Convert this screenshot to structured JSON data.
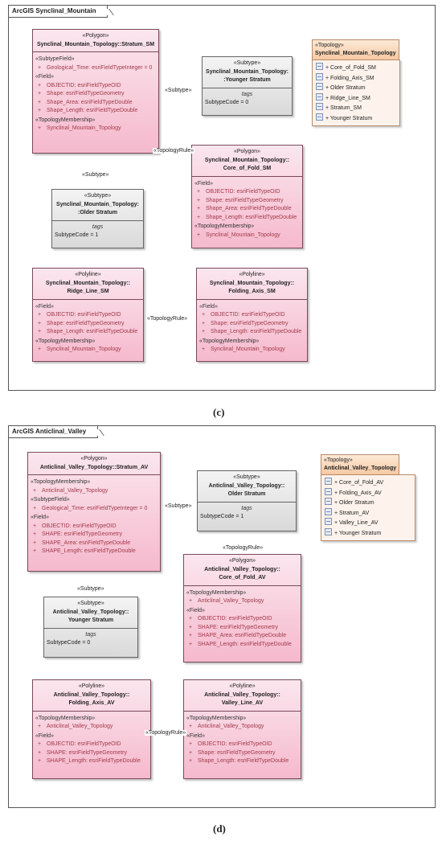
{
  "c": {
    "frame_title": "ArcGIS Synclinal_Mountain",
    "caption": "(c)",
    "stratum": {
      "stereotype": "«Polygon»",
      "name": "Synclinal_Mountain_Topology::Stratum_SM",
      "subtype_field_header": "«SubtypeField»",
      "subtype_field": "Geological_Time: esriFieldTypeInteger = 0",
      "field_header": "«Field»",
      "fields": [
        "OBJECTID: esriFieldTypeOID",
        "Shape: esriFieldTypeGeometry",
        "Shape_Area: esriFieldTypeDouble",
        "Shape_Length: esriFieldTypeDouble"
      ],
      "membership_header": "«TopologyMembership»",
      "membership": "Synclinal_Mountain_Topology"
    },
    "younger": {
      "stereotype": "«Subtype»",
      "name_line1": "Synclinal_Mountain_Topology:",
      "name_line2": ":Younger Stratum",
      "tags": "tags",
      "code": "SubtypeCode = 0"
    },
    "older": {
      "stereotype": "«Subtype»",
      "name_line1": "Synclinal_Mountain_Topology:",
      "name_line2": ":Older Stratum",
      "tags": "tags",
      "code": "SubtypeCode = 1"
    },
    "core": {
      "stereotype": "«Polygon»",
      "name_line1": "Synclinal_Mountain_Topology::",
      "name_line2": "Core_of_Fold_SM",
      "field_header": "«Field»",
      "fields": [
        "OBJECTID: esriFieldTypeOID",
        "Shape: esriFieldTypeGeometry",
        "Shape_Area: esriFieldTypeDouble",
        "Shape_Length: esriFieldTypeDouble"
      ],
      "membership_header": "«TopologyMembership»",
      "membership": "Synclinal_Mountain_Topology"
    },
    "ridge": {
      "stereotype": "«Polyline»",
      "name_line1": "Synclinal_Mountain_Topology::",
      "name_line2": "Ridge_Line_SM",
      "field_header": "«Field»",
      "fields": [
        "OBJECTID: esriFieldTypeOID",
        "Shape: esriFieldTypeGeometry",
        "Shape_Length: esriFieldTypeDouble"
      ],
      "membership_header": "«TopologyMembership»",
      "membership": "Synclinal_Mountain_Topology"
    },
    "folding": {
      "stereotype": "«Polyline»",
      "name_line1": "Synclinal_Mountain_Topology::",
      "name_line2": "Folding_Axis_SM",
      "field_header": "«Field»",
      "fields": [
        "OBJECTID: esriFieldTypeOID",
        "Shape: esriFieldTypeGeometry",
        "Shape_Length: esriFieldTypeDouble"
      ],
      "membership_header": "«TopologyMembership»",
      "membership": "Synclinal_Mountain_Topology"
    },
    "topology": {
      "stereotype": "«Topology»",
      "name": "Synclinal_Mountain_Topology",
      "items": [
        "+ Core_of_Fold_SM",
        "+ Folding_Axis_SM",
        "+ Older Stratum",
        "+ Ridge_Line_SM",
        "+ Stratum_SM",
        "+ Younger Stratum"
      ]
    },
    "labels": {
      "subtype1": "«Subtype»",
      "subtype2": "«Subtype»",
      "rule1": "«TopologyRule»",
      "rule2": "«TopologyRule»"
    }
  },
  "d": {
    "frame_title": "ArcGIS Anticlinal_Valley",
    "caption": "(d)",
    "stratum": {
      "stereotype": "«Polygon»",
      "name": "Anticlinal_Valley_Topology::Stratum_AV",
      "membership_header": "«TopologyMembership»",
      "membership": "Anticlinal_Valley_Topology",
      "subtype_field_header": "«SubtypeField»",
      "subtype_field": "Geological_Time: esriFieldTypeInteger = 0",
      "field_header": "«Field»",
      "fields": [
        "OBJECTID: esriFieldTypeOID",
        "SHAPE: esriFieldTypeGeometry",
        "SHAPE_Area: esriFieldTypeDouble",
        "SHAPE_Length: esriFieldTypeDouble"
      ]
    },
    "older": {
      "stereotype": "«Subtype»",
      "name_line1": "Anticlinal_Valley_Topology::",
      "name_line2": "Older Stratum",
      "tags": "tags",
      "code": "SubtypeCode = 1"
    },
    "younger": {
      "stereotype": "«Subtype»",
      "name_line1": "Anticlinal_Valley_Topology::",
      "name_line2": "Younger Stratum",
      "tags": "tags",
      "code": "SubtypeCode = 0"
    },
    "core": {
      "stereotype": "«Polygon»",
      "name_line1": "Anticlinal_Valley_Topology::",
      "name_line2": "Core_of_Fold_AV",
      "membership_header": "«TopologyMembership»",
      "membership": "Anticlinal_Valley_Topology",
      "field_header": "«Field»",
      "fields": [
        "OBJECTID: esriFieldTypeOID",
        "SHAPE: esriFieldTypeGeometry",
        "SHAPE_Area: esriFieldTypeDouble",
        "SHAPE_Length: esriFieldTypeDouble"
      ]
    },
    "folding": {
      "stereotype": "«Polyline»",
      "name_line1": "Anticlinal_Valley_Topology::",
      "name_line2": "Folding_Axis_AV",
      "membership_header": "«TopologyMembership»",
      "membership": "Anticlinal_Valley_Topology",
      "field_header": "«Field»",
      "fields": [
        "OBJECTID: esriFieldTypeOID",
        "SHAPE: esriFieldTypeGeometry",
        "SHAPE_Length: esriFieldTypeDouble"
      ]
    },
    "valley": {
      "stereotype": "«Polyline»",
      "name_line1": "Anticlinal_Valley_Topology::",
      "name_line2": "Valley_Line_AV",
      "membership_header": "«TopologyMembership»",
      "membership": "Anticlinal_Valley_Topology",
      "field_header": "«Field»",
      "fields": [
        "OBJECTID: esriFieldTypeOID",
        "Shape: esriFieldTypeGeometry",
        "Shape_Length: esriFieldTypeDouble"
      ]
    },
    "topology": {
      "stereotype": "«Topology»",
      "name": "Anticlinal_Valley_Topology",
      "items": [
        "+ Core_of_Fold_AV",
        "+ Folding_Axis_AV",
        "+ Older Stratum",
        "+ Stratum_AV",
        "+ Valley_Line_AV",
        "+ Younger Stratum"
      ]
    },
    "labels": {
      "subtype1": "«Subtype»",
      "subtype2": "«Subtype»",
      "rule1": "«TopologyRule»",
      "rule2": "«TopologyRule»"
    }
  }
}
